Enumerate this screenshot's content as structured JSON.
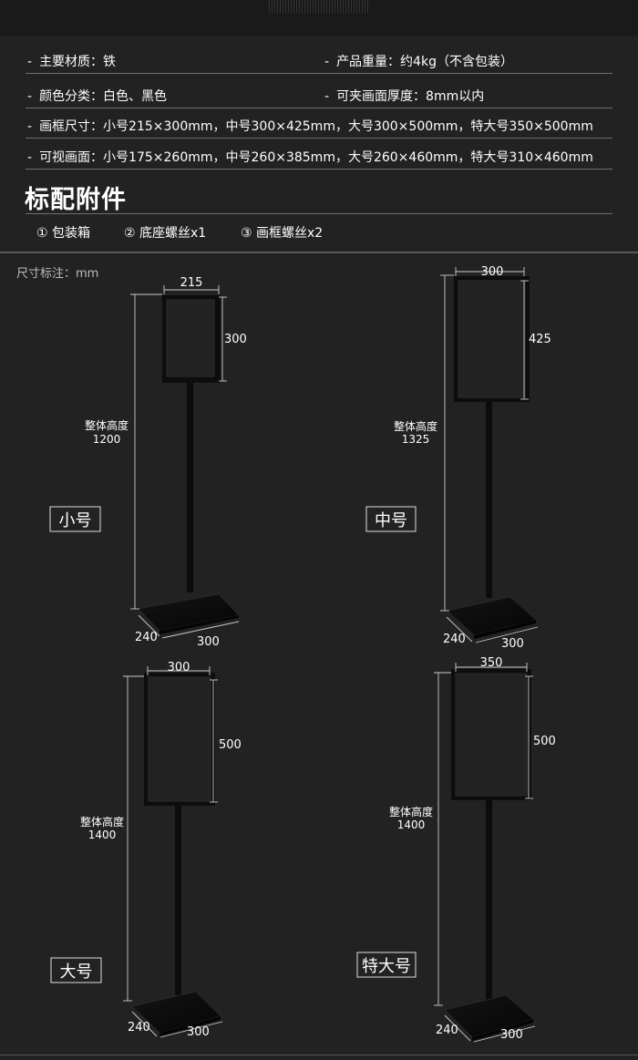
{
  "specs": {
    "material": "主要材质：铁",
    "weight": "产品重量：约4kg（不含包装）",
    "colors": "颜色分类：白色、黑色",
    "thickness": "可夹画面厚度：8mm以内",
    "frame_size": "画框尺寸：小号215×300mm，中号300×425mm，大号300×500mm，特大号350×500mm",
    "visible_area": "可视画面：小号175×260mm，中号260×385mm，大号260×460mm，特大号310×460mm"
  },
  "accessories": {
    "title": "标配附件",
    "items": [
      "① 包装箱",
      "② 底座螺丝x1",
      "③ 画框螺丝x2"
    ]
  },
  "dimension_note": "尺寸标注：mm",
  "height_label": "整体高度",
  "stands": [
    {
      "size_label": "小号",
      "frame_width": "215",
      "frame_height": "300",
      "total_height": "1200",
      "base_depth": "240",
      "base_width": "300"
    },
    {
      "size_label": "中号",
      "frame_width": "300",
      "frame_height": "425",
      "total_height": "1325",
      "base_depth": "240",
      "base_width": "300"
    },
    {
      "size_label": "大号",
      "frame_width": "300",
      "frame_height": "500",
      "total_height": "1400",
      "base_depth": "240",
      "base_width": "300"
    },
    {
      "size_label": "特大号",
      "frame_width": "350",
      "frame_height": "500",
      "total_height": "1400",
      "base_depth": "240",
      "base_width": "300"
    }
  ],
  "colors": {
    "background": "#222222",
    "lines": "#6e6e6e",
    "stand": "#0c0c0c",
    "text": "#ffffff"
  }
}
